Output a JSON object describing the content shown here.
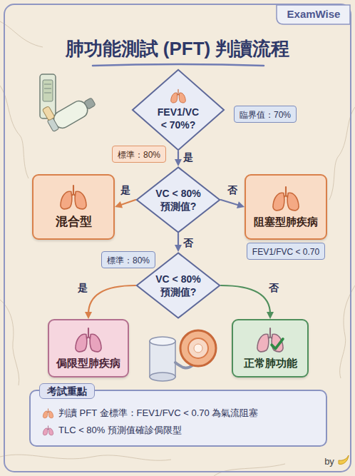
{
  "diagram": {
    "title": "肺功能測試 (PFT) 判讀流程",
    "nodes": [
      {
        "text": [
          "FEV1/VC < 70%?"
        ]
      },
      {
        "text": [
          "臨界值：70%"
        ]
      },
      {
        "text": [
          "標準：80%"
        ]
      },
      {
        "text": [
          "VC < 80% 預測值?"
        ]
      },
      {
        "text": [
          "混合型"
        ]
      },
      {
        "text": [
          "阻塞型肺疾病"
        ]
      },
      {
        "text": [
          "FEV1/FVC < 0.70"
        ]
      },
      {
        "text": [
          "標準：80%"
        ]
      },
      {
        "text": [
          "VC < 80% 預測值?"
        ]
      },
      {
        "text": [
          "侷限型肺疾病"
        ]
      },
      {
        "text": [
          "正常肺功能"
        ]
      },
      {
        "text": [
          "考試重點",
          "判讀 PFT 金標準：FEV1/FVC < 0.70 為氣流阻塞",
          "TLC < 80% 預測值確診侷限型"
        ]
      }
    ],
    "edges": [
      {
        "from": 0,
        "to": 3,
        "label": "是",
        "arrow": "to"
      },
      {
        "from": 3,
        "to": 4,
        "label": "是",
        "arrow": "to"
      },
      {
        "from": 3,
        "to": 5,
        "label": "否",
        "arrow": "to"
      },
      {
        "from": 3,
        "to": 8,
        "label": "否",
        "arrow": "to"
      },
      {
        "from": 8,
        "to": 9,
        "label": "是",
        "arrow": "to"
      },
      {
        "from": 8,
        "to": 10,
        "label": "否",
        "arrow": "to"
      }
    ],
    "labels": [
      "ExamWise",
      "by"
    ]
  }
}
